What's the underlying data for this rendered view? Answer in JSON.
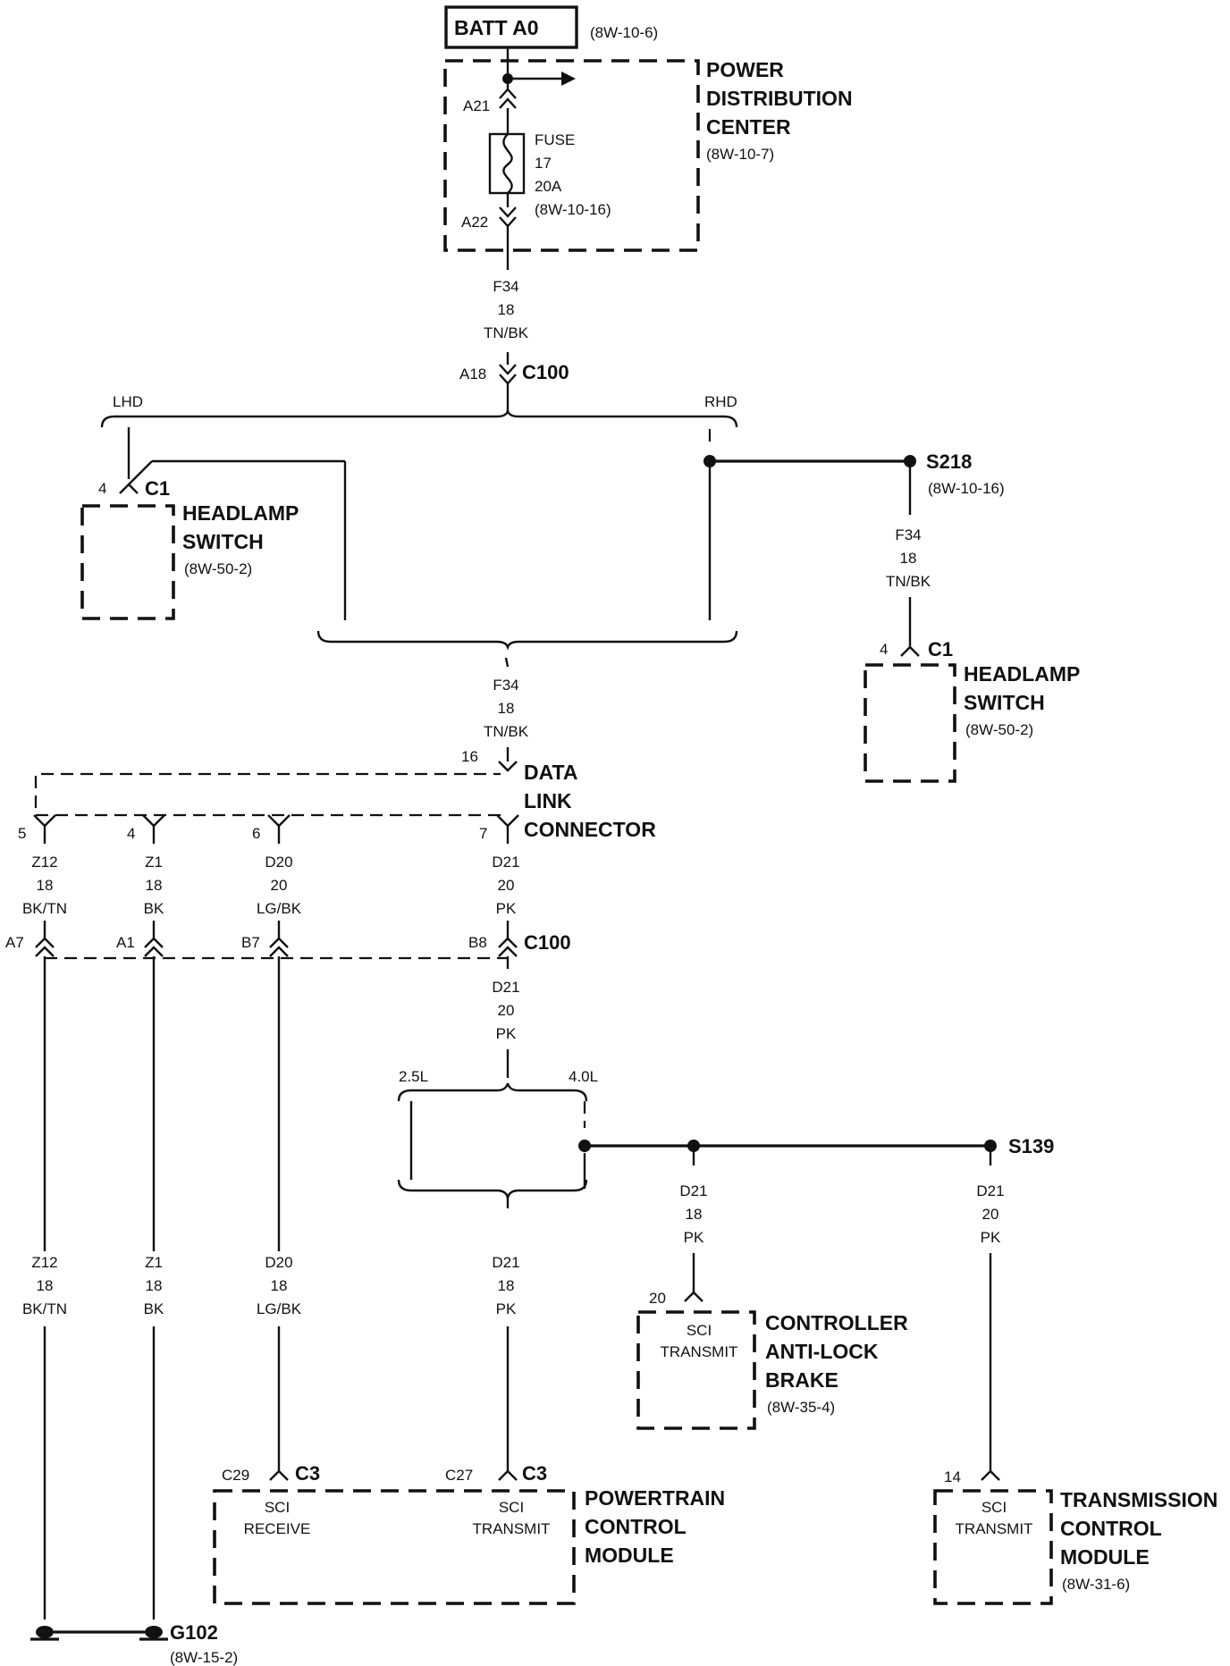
{
  "battery": {
    "label": "BATT A0",
    "ref": "(8W-10-6)"
  },
  "pdc": {
    "title_lines": [
      "POWER",
      "DISTRIBUTION",
      "CENTER"
    ],
    "ref": "(8W-10-7)",
    "pin_top": "A21",
    "pin_bottom": "A22"
  },
  "fuse": {
    "lines": [
      "FUSE",
      "17",
      "20A",
      "(8W-10-16)"
    ]
  },
  "wire_f34_top": {
    "lines": [
      "F34",
      "18",
      "TN/BK"
    ]
  },
  "c100_top": {
    "pin": "A18",
    "name": "C100"
  },
  "options_top": {
    "left": "LHD",
    "right": "RHD"
  },
  "headlamp_left": {
    "pin": "4",
    "connector": "C1",
    "title_lines": [
      "HEADLAMP",
      "SWITCH"
    ],
    "ref": "(8W-50-2)"
  },
  "splice_s218": {
    "name": "S218",
    "ref": "(8W-10-16)"
  },
  "wire_f34_right": {
    "lines": [
      "F34",
      "18",
      "TN/BK"
    ]
  },
  "headlamp_right": {
    "pin": "4",
    "connector": "C1",
    "title_lines": [
      "HEADLAMP",
      "SWITCH"
    ],
    "ref": "(8W-50-2)"
  },
  "wire_f34_mid": {
    "lines": [
      "F34",
      "18",
      "TN/BK"
    ]
  },
  "dlc": {
    "title_lines": [
      "DATA",
      "LINK",
      "CONNECTOR"
    ],
    "pin_top": "16",
    "pins": [
      "5",
      "4",
      "6",
      "7"
    ]
  },
  "wires_dlc": [
    {
      "lines": [
        "Z12",
        "18",
        "BK/TN"
      ]
    },
    {
      "lines": [
        "Z1",
        "18",
        "BK"
      ]
    },
    {
      "lines": [
        "D20",
        "20",
        "LG/BK"
      ]
    },
    {
      "lines": [
        "D21",
        "20",
        "PK"
      ]
    }
  ],
  "c100_bottom": {
    "pins": [
      "A7",
      "A1",
      "B7",
      "B8"
    ],
    "name": "C100"
  },
  "wire_d21_after_c100": {
    "lines": [
      "D21",
      "20",
      "PK"
    ]
  },
  "options_engine": {
    "left": "2.5L",
    "right": "4.0L"
  },
  "splice_s139": {
    "name": "S139"
  },
  "wires_lower": [
    {
      "lines": [
        "Z12",
        "18",
        "BK/TN"
      ]
    },
    {
      "lines": [
        "Z1",
        "18",
        "BK"
      ]
    },
    {
      "lines": [
        "D20",
        "18",
        "LG/BK"
      ]
    },
    {
      "lines": [
        "D21",
        "18",
        "PK"
      ]
    }
  ],
  "wire_abs": {
    "lines": [
      "D21",
      "18",
      "PK"
    ]
  },
  "wire_tcm": {
    "lines": [
      "D21",
      "20",
      "PK"
    ]
  },
  "abs_module": {
    "pin": "20",
    "inner_lines": [
      "SCI",
      "TRANSMIT"
    ],
    "title_lines": [
      "CONTROLLER",
      "ANTI-LOCK",
      "BRAKE"
    ],
    "ref": "(8W-35-4)"
  },
  "pcm": {
    "pin_left": "C29",
    "connector_left": "C3",
    "inner_left": [
      "SCI",
      "RECEIVE"
    ],
    "pin_right": "C27",
    "connector_right": "C3",
    "inner_right": [
      "SCI",
      "TRANSMIT"
    ],
    "title_lines": [
      "POWERTRAIN",
      "CONTROL",
      "MODULE"
    ]
  },
  "tcm": {
    "pin": "14",
    "inner_lines": [
      "SCI",
      "TRANSMIT"
    ],
    "title_lines": [
      "TRANSMISSION",
      "CONTROL",
      "MODULE"
    ],
    "ref": "(8W-31-6)"
  },
  "ground": {
    "name": "G102",
    "ref": "(8W-15-2)"
  }
}
